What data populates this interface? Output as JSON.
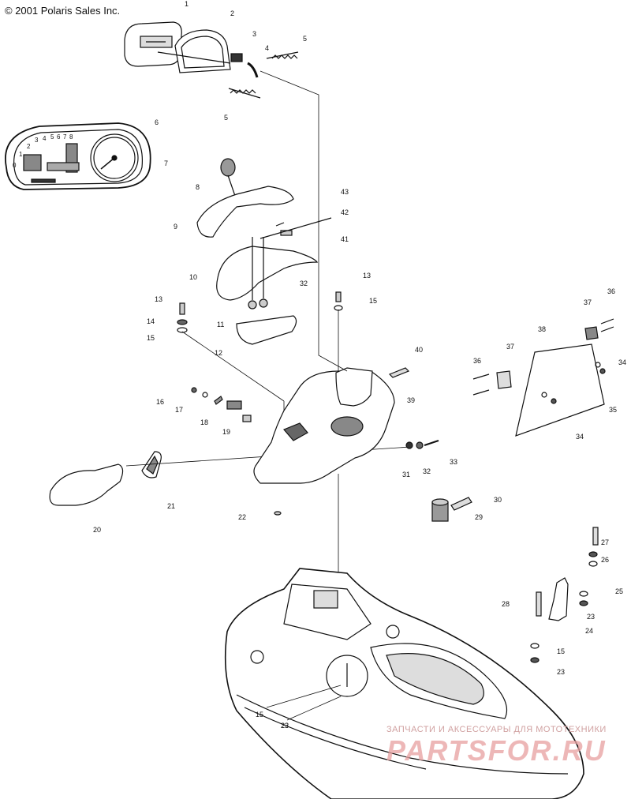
{
  "copyright": "© 2001 Polaris Sales Inc.",
  "watermark": {
    "line1": "ЗАПЧАСТИ И АКСЕССУАРЫ ДЛЯ МОТОТЕХНИКИ",
    "line2": "PARTSFOR.RU"
  },
  "gauge_digits": [
    "1",
    "2",
    "3",
    "4",
    "5",
    "6",
    "7",
    "8"
  ],
  "gauge_zero": "0",
  "callouts": [
    "1",
    "2",
    "3",
    "4",
    "5",
    "5",
    "6",
    "7",
    "8",
    "9",
    "10",
    "11",
    "12",
    "13",
    "14",
    "15",
    "16",
    "17",
    "18",
    "19",
    "20",
    "21",
    "22",
    "23",
    "13",
    "15",
    "40",
    "39",
    "31",
    "32",
    "33",
    "30",
    "29",
    "27",
    "26",
    "25",
    "28",
    "24",
    "23",
    "15",
    "23",
    "15",
    "23",
    "41",
    "42",
    "43",
    "32",
    "37",
    "36",
    "38",
    "37",
    "36",
    "34",
    "35",
    "34"
  ],
  "colors": {
    "line": "#111111",
    "fill": "#ffffff",
    "shade": "#888888",
    "watermark": "#e8a0a0"
  }
}
